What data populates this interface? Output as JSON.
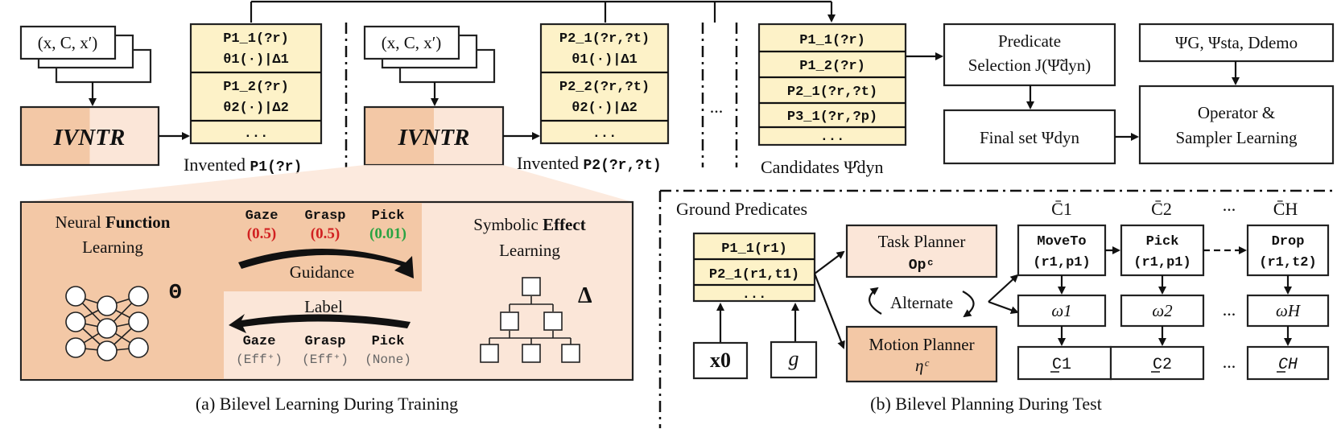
{
  "colors": {
    "orange": "#f3c8a6",
    "light_orange": "#fbe6d8",
    "yellow": "#fdf2c8",
    "red": "#d12121",
    "green": "#2aa342",
    "gray_text": "#666666"
  },
  "top": {
    "input_tuple": "(x, C, x′)",
    "ivntr": "IVNTR",
    "group1": {
      "rows": [
        [
          "P1_1(?r)",
          "θ1(·)|Δ1"
        ],
        [
          "P1_2(?r)",
          "θ2(·)|Δ2"
        ]
      ],
      "ellipsis": "...",
      "caption_prefix": "Invented ",
      "caption_code": "P1(?r)"
    },
    "group2": {
      "rows": [
        [
          "P2_1(?r,?t)",
          "θ1(·)|Δ1"
        ],
        [
          "P2_2(?r,?t)",
          "θ2(·)|Δ2"
        ]
      ],
      "ellipsis": "...",
      "caption_prefix": "Invented ",
      "caption_code": "P2(?r,?t)"
    },
    "between_ellipsis": "...",
    "candidates": {
      "rows": [
        "P1_1(?r)",
        "P1_2(?r)",
        "P2_1(?r,?t)",
        "P3_1(?r,?p)",
        "..."
      ],
      "caption": "Candidates Ψ̂dyn"
    },
    "predicate_selection": [
      "Predicate",
      "Selection J(Ψ̃dyn)"
    ],
    "final_set": "Final set  Ψdyn",
    "psi_box": "ΨG, Ψsta, Ddemo",
    "operator": [
      "Operator &",
      "Sampler Learning"
    ]
  },
  "panel_a": {
    "neural": [
      "Neural Function",
      "Learning"
    ],
    "neural_bold": "Function",
    "symbolic": [
      "Symbolic Effect",
      "Learning"
    ],
    "symbolic_bold": "Effect",
    "theta": "Θ",
    "delta": "Δ",
    "actions": [
      "Gaze",
      "Grasp",
      "Pick"
    ],
    "scores": [
      "(0.5)",
      "(0.5)",
      "(0.01)"
    ],
    "guidance": "Guidance",
    "label": "Label",
    "effects": [
      "(Eff⁺)",
      "(Eff⁺)",
      "(None)"
    ],
    "caption": "(a) Bilevel Learning During Training"
  },
  "panel_b": {
    "ground_title": "Ground Predicates",
    "ground_rows": [
      "P1_1(r1)",
      "P2_1(r1,t1)",
      "..."
    ],
    "x0": "x0",
    "g": "g",
    "task_planner": [
      "Task Planner",
      "Opᶜ"
    ],
    "motion_planner": [
      "Motion Planner",
      "ηᶜ"
    ],
    "alternate": "Alternate",
    "skeleton_labels": [
      "C̄1",
      "C̄2",
      "...",
      "C̄H"
    ],
    "skeleton_ops": [
      [
        "MoveTo",
        "(r1,p1)"
      ],
      [
        "Pick",
        "(r1,p1)"
      ],
      [
        "Drop",
        "(r1,t2)"
      ]
    ],
    "omegas": [
      "ω1",
      "ω2",
      "ωH"
    ],
    "states": [
      "C1",
      "C2",
      "CH"
    ],
    "ellipsis": "...",
    "caption": "(b) Bilevel Planning During Test"
  }
}
